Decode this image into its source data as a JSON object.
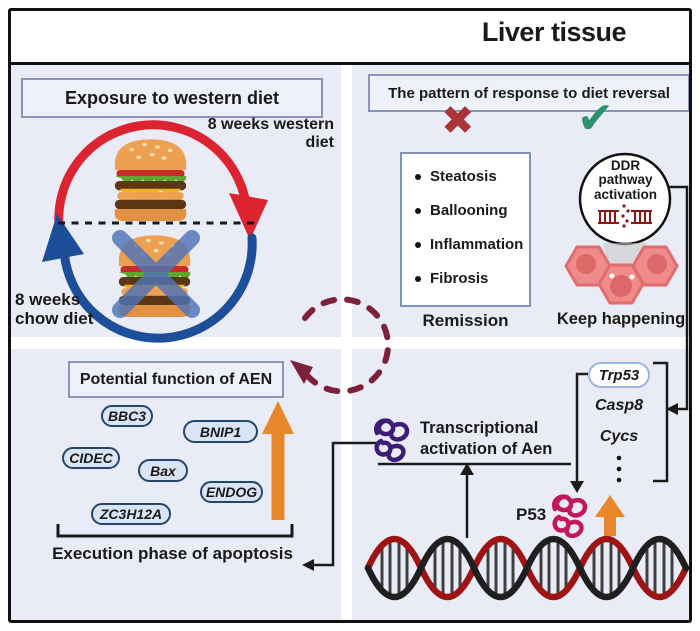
{
  "header": {
    "title": "Liver tissue"
  },
  "panels": {
    "exposure": {
      "title": "Exposure to  western diet",
      "western_arrow_label": "8 weeks western\ndiet",
      "chow_arrow_label": "8 weeks\nchow diet"
    },
    "response": {
      "title": "The pattern of response to diet reversal",
      "cross_glyph": "✖",
      "check_glyph": "✔",
      "symptoms": [
        "Steatosis",
        "Ballooning",
        "Inflammation",
        "Fibrosis"
      ],
      "remission_label": "Remission",
      "ddr_label": "DDR\npathway\nactivation",
      "keep_label": "Keep happening"
    },
    "aen_function": {
      "title": "Potential function of AEN",
      "genes": [
        "BBC3",
        "BNIP1",
        "CIDEC",
        "Bax",
        "ENDOG",
        "ZC3H12A"
      ],
      "caption": "Execution phase of  apoptosis"
    },
    "activation": {
      "label": "Transcriptional\nactivation of Aen",
      "genes": [
        "Trp53",
        "Casp8",
        "Cycs"
      ],
      "p53_label": "P53"
    }
  },
  "colors": {
    "panel_background": "#e9ecf6",
    "western_arrow_red": "#dc2330",
    "chow_arrow_blue": "#1d4e99",
    "cross_red": "#a93439",
    "check_green": "#2e9270",
    "cycle_dashed_maroon": "#7c2139",
    "upregulation_orange": "#e8872a",
    "gene_pill_fill": "#d9e5f4",
    "gene_pill_border": "#24466b",
    "liver_cell_pink": "#ef8b8b",
    "aen_scribble_purple": "#3d1c77",
    "p53_scribble_crimson": "#c2185b",
    "dna_strand_red": "#9e1414",
    "dna_strand_black": "#1f1f1f"
  }
}
